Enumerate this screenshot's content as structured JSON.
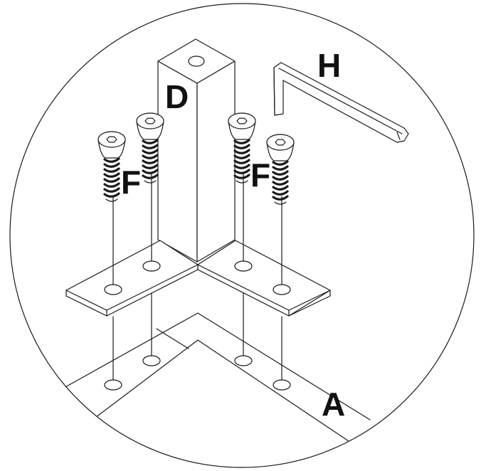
{
  "labels": {
    "tube": "D",
    "screws_left": "F",
    "screws_right": "F",
    "hex_key": "H",
    "panel": "A"
  },
  "colors": {
    "ink": "#1a1a1a",
    "background": "#ffffff"
  }
}
